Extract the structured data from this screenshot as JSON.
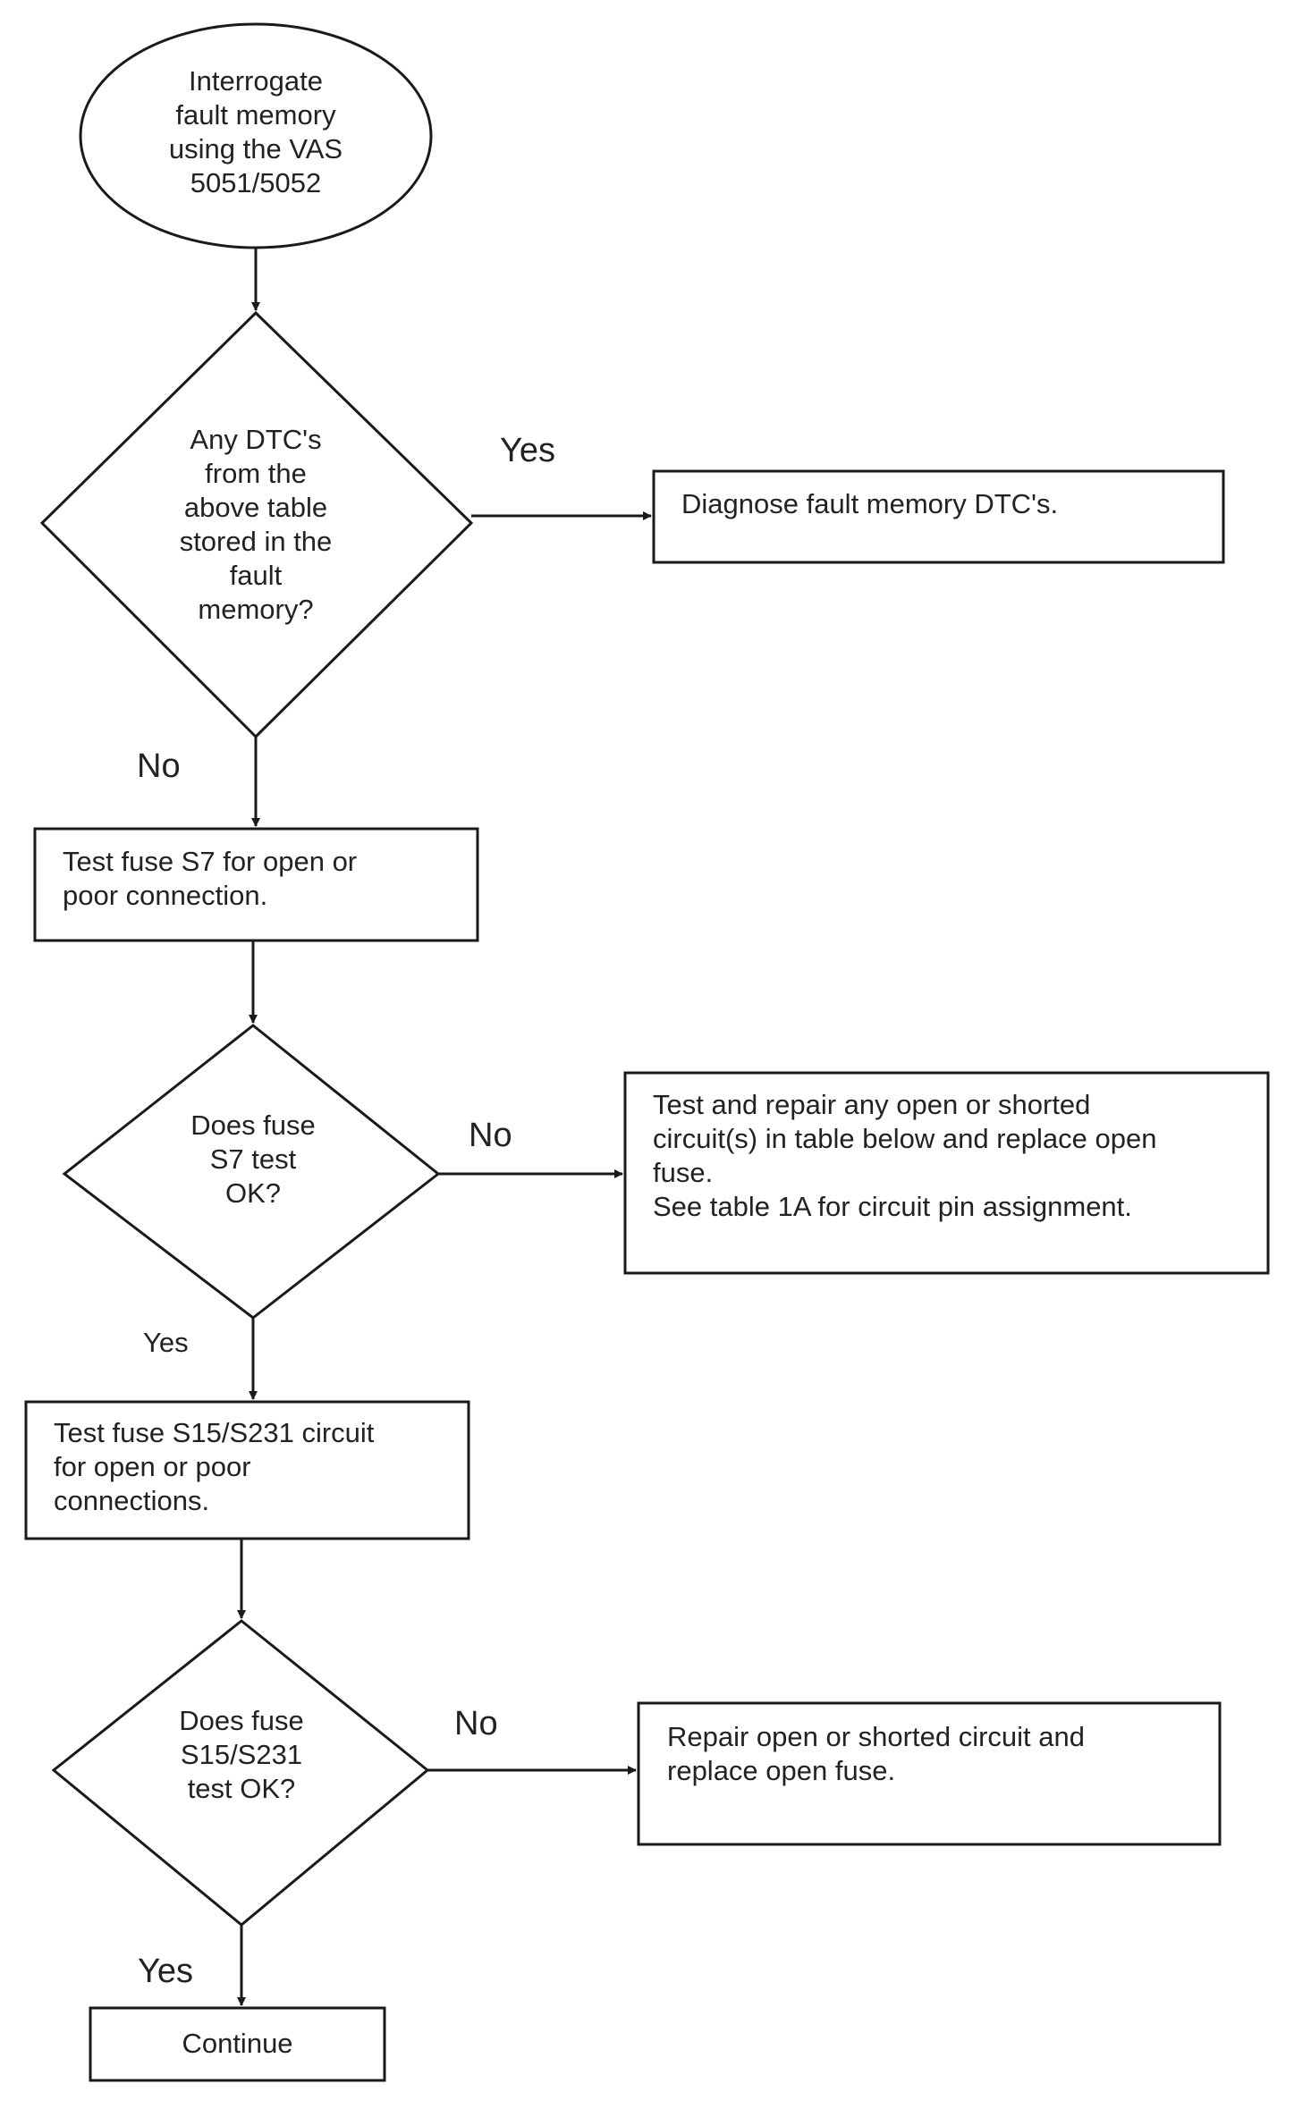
{
  "nodes": {
    "start": "Interrogate\nfault memory\nusing the VAS\n5051/5052",
    "decision_dtc": "Any DTC's\nfrom the\nabove table\nstored in the\nfault\nmemory?",
    "diagnose": "Diagnose fault memory DTC's.",
    "test_s7": "Test fuse S7 for open or\npoor connection.",
    "decision_s7": "Does fuse\nS7 test\nOK?",
    "repair_s7": "Test and repair any open or shorted\ncircuit(s) in table below and replace open\nfuse.\nSee table 1A for circuit pin assignment.",
    "test_s15": "Test fuse S15/S231 circuit\nfor open or poor\nconnections.",
    "decision_s15": "Does fuse\nS15/S231\ntest OK?",
    "repair_s15": "Repair open or shorted circuit and\nreplace open fuse.",
    "continue": "Continue"
  },
  "edge_labels": {
    "dtc_yes": "Yes",
    "dtc_no": "No",
    "s7_no": "No",
    "s7_yes": "Yes",
    "s15_no": "No",
    "s15_yes": "Yes"
  },
  "colors": {
    "stroke": "#1a1a1a",
    "text": "#222222",
    "background": "#ffffff"
  }
}
